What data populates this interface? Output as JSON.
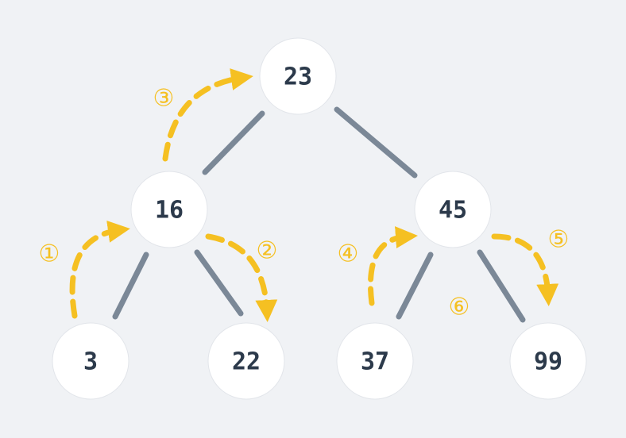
{
  "colors": {
    "background": "#f0f2f5",
    "node_fill": "#ffffff",
    "node_stroke": "#e2e5ea",
    "node_text": "#2c3a4b",
    "edge": "#7b8897",
    "traversal": "#f5c022"
  },
  "nodes": {
    "root": "23",
    "left": "16",
    "right": "45",
    "left_left": "3",
    "left_right": "22",
    "right_left": "37",
    "right_right": "99"
  },
  "steps": {
    "s1": "①",
    "s2": "②",
    "s3": "③",
    "s4": "④",
    "s5": "⑤",
    "s6": "⑥"
  }
}
